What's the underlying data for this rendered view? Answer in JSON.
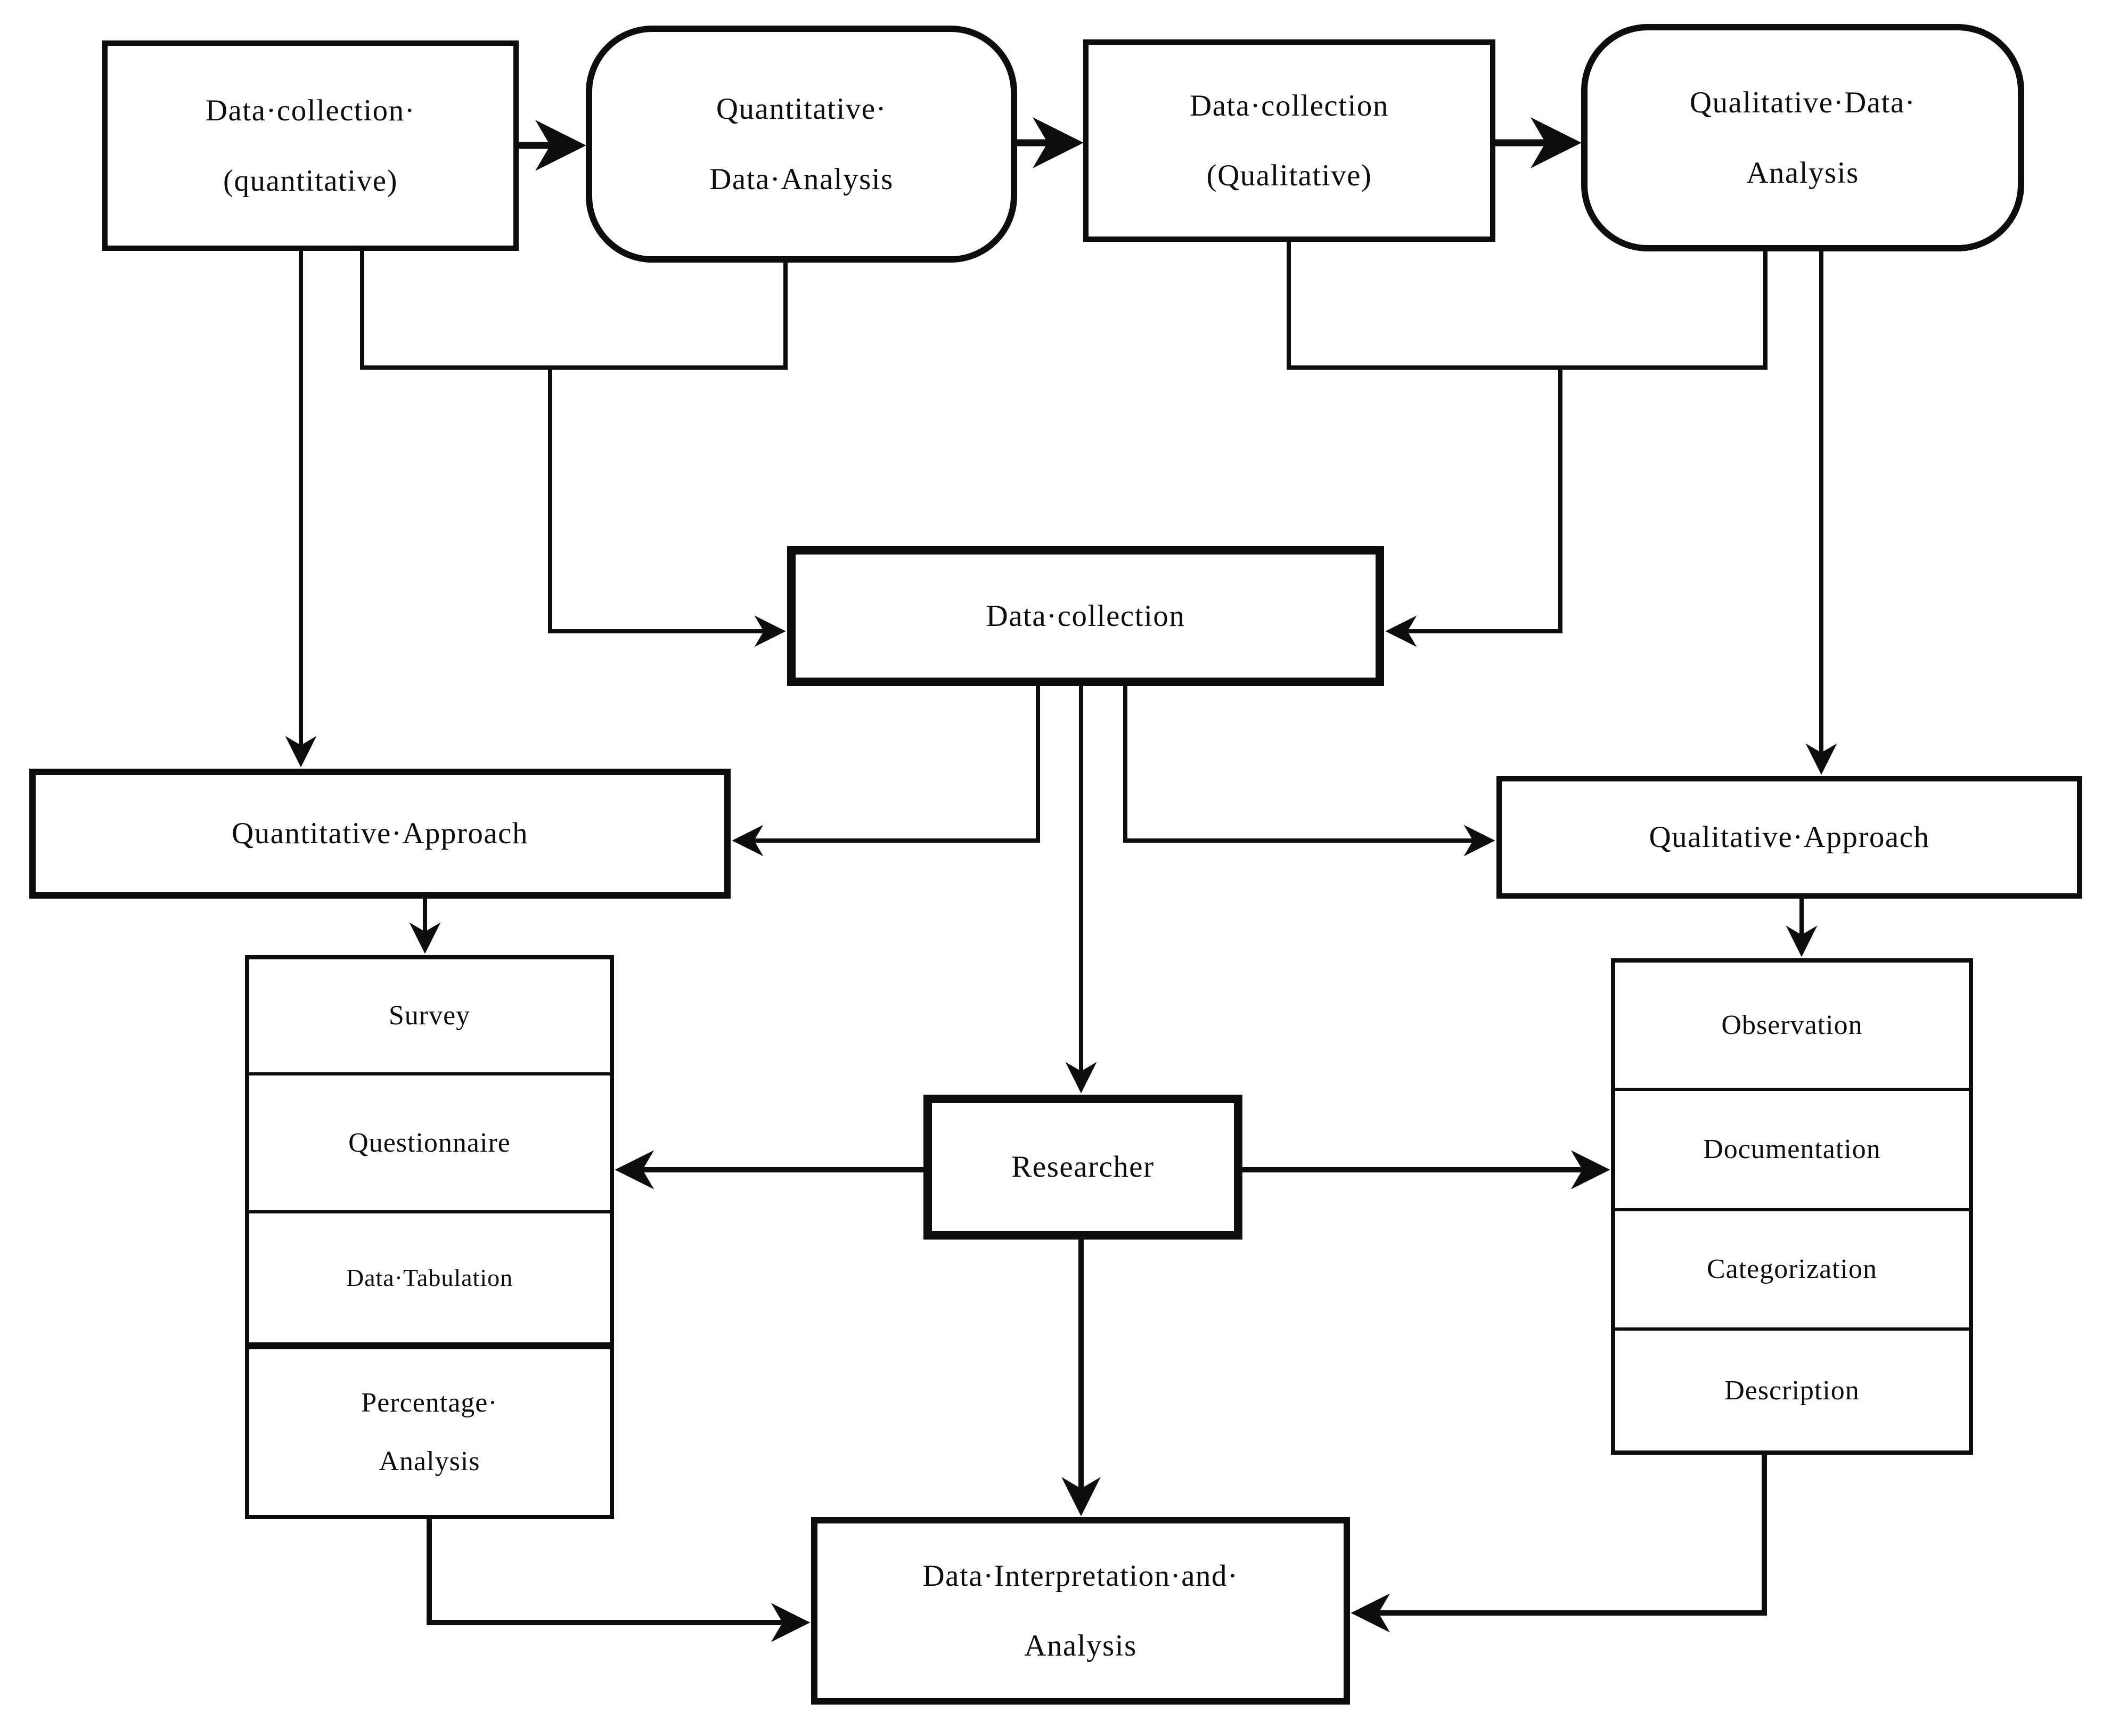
{
  "diagram_type": "research-methodology-flowchart",
  "colors": {
    "stroke": "#0d0d0d",
    "background": "#ffffff",
    "text": "#0d0d0d"
  },
  "nodes": {
    "data_collection_quantitative": {
      "shape": "rectangle",
      "lines": [
        "Data·collection·",
        "(quantitative)"
      ]
    },
    "quantitative_data_analysis": {
      "shape": "rounded",
      "lines": [
        "Quantitative·",
        "Data·Analysis"
      ]
    },
    "data_collection_qualitative": {
      "shape": "rectangle",
      "lines": [
        "Data·collection",
        "(Qualitative)"
      ]
    },
    "qualitative_data_analysis": {
      "shape": "rounded",
      "lines": [
        "Qualitative·Data·",
        "Analysis"
      ]
    },
    "data_collection": {
      "shape": "rectangle",
      "lines": [
        "Data·collection"
      ]
    },
    "quantitative_approach": {
      "shape": "rectangle",
      "lines": [
        "Quantitative·Approach"
      ]
    },
    "qualitative_approach": {
      "shape": "rectangle",
      "lines": [
        "Qualitative·Approach"
      ]
    },
    "researcher": {
      "shape": "rectangle",
      "lines": [
        "Researcher"
      ]
    },
    "data_interpretation_analysis": {
      "shape": "rectangle",
      "lines": [
        "Data·Interpretation·and·",
        "Analysis"
      ]
    }
  },
  "quantitative_methods": [
    {
      "lines": [
        "Survey"
      ]
    },
    {
      "lines": [
        "Questionnaire"
      ]
    },
    {
      "lines": [
        "Data·Tabulation"
      ]
    },
    {
      "lines": [
        "Percentage·",
        "Analysis"
      ]
    }
  ],
  "qualitative_methods": [
    {
      "lines": [
        "Observation"
      ]
    },
    {
      "lines": [
        "Documentation"
      ]
    },
    {
      "lines": [
        "Categorization"
      ]
    },
    {
      "lines": [
        "Description"
      ]
    }
  ],
  "edges": [
    {
      "from": "data_collection_quantitative",
      "to": "quantitative_data_analysis"
    },
    {
      "from": "quantitative_data_analysis",
      "to": "data_collection_qualitative"
    },
    {
      "from": "data_collection_qualitative",
      "to": "qualitative_data_analysis"
    },
    {
      "from": "data_collection_quantitative",
      "to": "quantitative_approach"
    },
    {
      "from": "data_collection_quantitative",
      "to": "data_collection",
      "via": "join-with-quantitative-data-analysis"
    },
    {
      "from": "data_collection_qualitative",
      "to": "data_collection",
      "via": "join-with-qualitative-data-analysis"
    },
    {
      "from": "qualitative_data_analysis",
      "to": "qualitative_approach"
    },
    {
      "from": "data_collection",
      "to": "quantitative_approach"
    },
    {
      "from": "data_collection",
      "to": "qualitative_approach"
    },
    {
      "from": "data_collection",
      "to": "researcher"
    },
    {
      "from": "quantitative_approach",
      "to": "quantitative_methods"
    },
    {
      "from": "qualitative_approach",
      "to": "qualitative_methods"
    },
    {
      "from": "researcher",
      "to": "quantitative_methods"
    },
    {
      "from": "researcher",
      "to": "qualitative_methods"
    },
    {
      "from": "researcher",
      "to": "data_interpretation_analysis"
    },
    {
      "from": "quantitative_methods",
      "to": "data_interpretation_analysis"
    },
    {
      "from": "qualitative_methods",
      "to": "data_interpretation_analysis"
    }
  ]
}
